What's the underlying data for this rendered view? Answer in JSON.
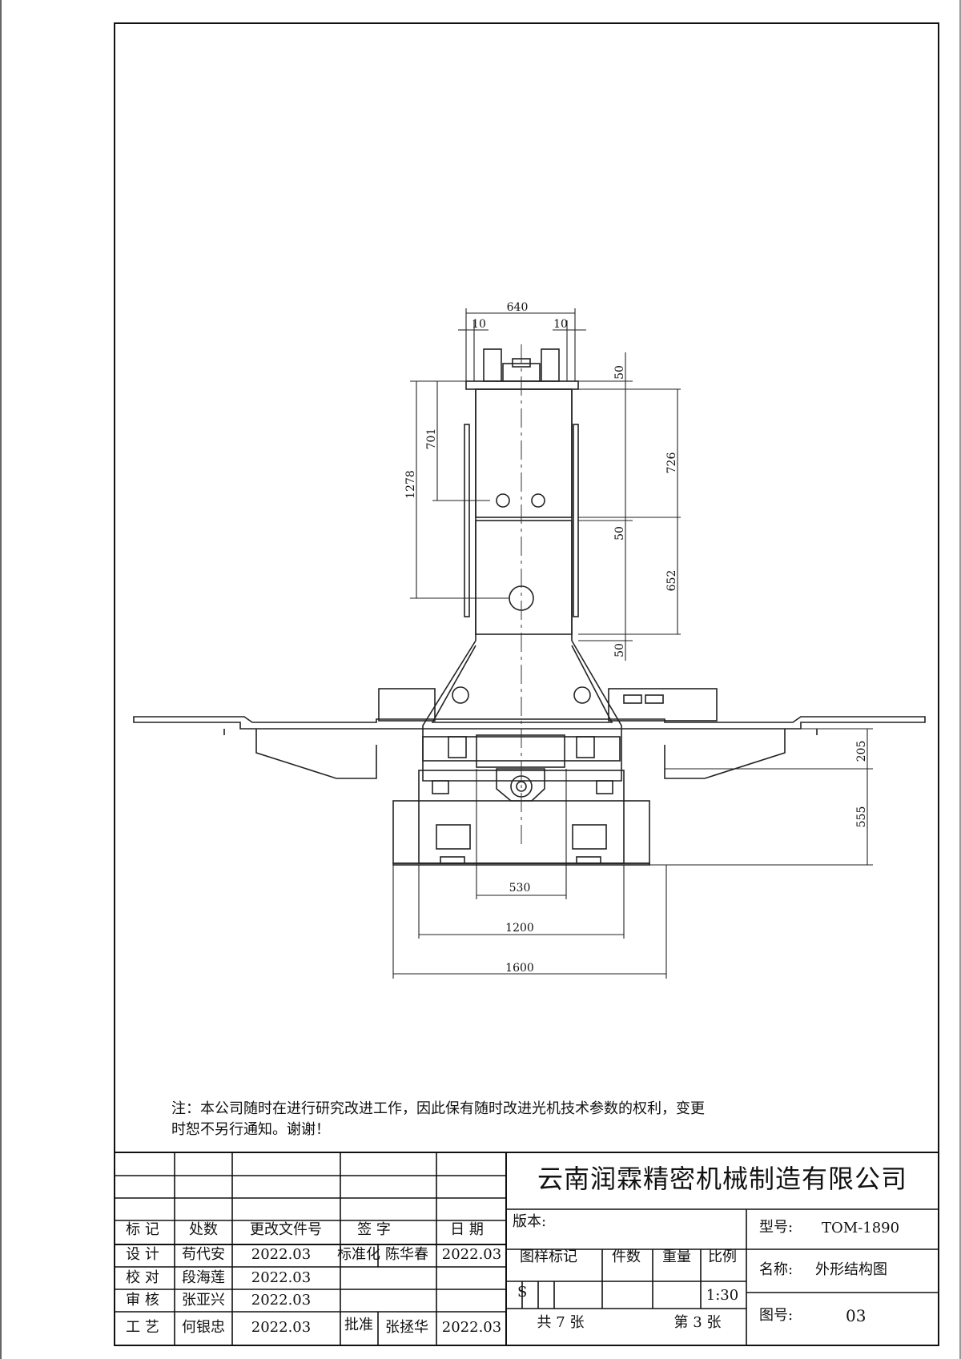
{
  "drawing": {
    "dimensions": {
      "top_width": "640",
      "left_offset": "10",
      "right_offset": "10",
      "left_height_overall": "1278",
      "left_height_upper": "701",
      "gap_top": "50",
      "upper_box": "726",
      "gap_middle": "50",
      "lower_box": "652",
      "gap_bottom": "50",
      "table_height": "205",
      "base_height": "555",
      "inner_width": "530",
      "middle_width": "1200",
      "base_width": "1600"
    }
  },
  "note": {
    "line1": "注：本公司随时在进行研究改进工作，因此保有随时改进光机技术参数的权利，变更",
    "line2": "时恕不另行通知。谢谢！"
  },
  "title_block": {
    "company": "云南润霖精密机械制造有限公司",
    "headers": [
      "标 记",
      "处数",
      "更改文件号",
      "签 字",
      "日 期"
    ],
    "version_label": "版本:",
    "rows": [
      {
        "role": "设 计",
        "name": "苟代安",
        "date": "2022.03"
      },
      {
        "role": "校 对",
        "name": "段海莲",
        "date": "2022.03"
      },
      {
        "role": "审 核",
        "name": "张亚兴",
        "date": "2022.03"
      },
      {
        "role": "工 艺",
        "name": "何银忠",
        "date": "2022.03"
      }
    ],
    "standardize_label": "标准化",
    "standardize_name": "陈华春",
    "standardize_date": "2022.03",
    "approve_label": "批准",
    "approve_name": "张拯华",
    "approve_date": "2022.03",
    "cols": [
      "图样标记",
      "件数",
      "重量",
      "比例"
    ],
    "mark_value": "S",
    "scale_value": "1:30",
    "total_sheets": "共 7 张",
    "sheet_no": "第 3 张",
    "model_label": "型号:",
    "model_value": "TOM-1890",
    "name_label": "名称:",
    "name_value": "外形结构图",
    "drawing_no_label": "图号:",
    "drawing_no_value": "03"
  }
}
